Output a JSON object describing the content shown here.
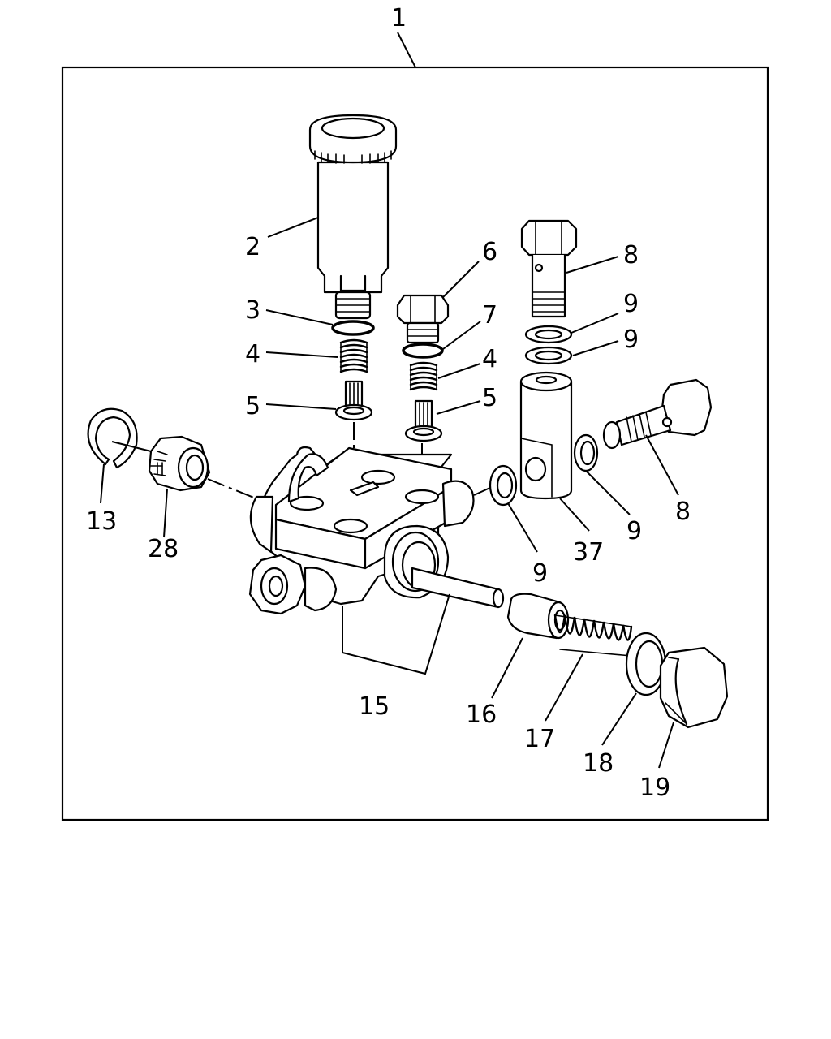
{
  "diagram": {
    "assembly_callout": "1",
    "callouts": {
      "c2": "2",
      "c3": "3",
      "c4a": "4",
      "c5a": "5",
      "c6": "6",
      "c7": "7",
      "c4b": "4",
      "c5b": "5",
      "c8a": "8",
      "c9a": "9",
      "c9b": "9",
      "c8b": "8",
      "c9c": "9",
      "c37": "37",
      "c9d": "9",
      "c13": "13",
      "c28": "28",
      "c15": "15",
      "c16": "16",
      "c17": "17",
      "c18": "18",
      "c19": "19"
    }
  }
}
